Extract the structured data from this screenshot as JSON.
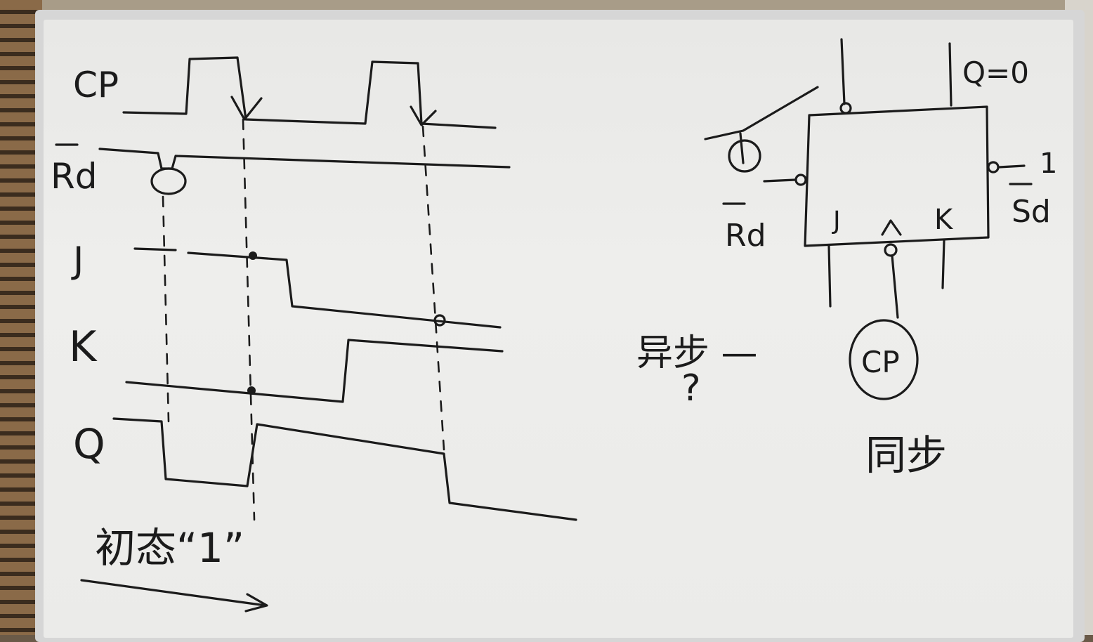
{
  "timing_diagram": {
    "signal_labels": {
      "cp": "CP",
      "rd": "Rd",
      "j": "J",
      "k": "K",
      "q": "Q"
    },
    "note": "初态“1”"
  },
  "flip_flop": {
    "q_note": "Q=0",
    "pin_j": "J",
    "pin_k": "K",
    "rd": "Rd",
    "sd": "Sd",
    "sd_value": "1",
    "clock": "CP"
  },
  "notes": {
    "async": "异步 —",
    "async_mark": "?",
    "sync": "同步"
  }
}
